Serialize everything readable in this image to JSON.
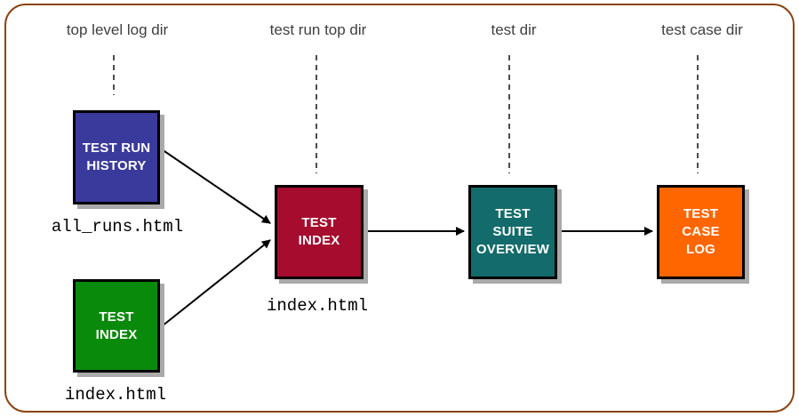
{
  "diagram": {
    "columns": [
      {
        "label": "top level log dir"
      },
      {
        "label": "test run top dir"
      },
      {
        "label": "test dir"
      },
      {
        "label": "test case dir"
      }
    ],
    "boxes": {
      "test_run_history": {
        "label": "TEST RUN\nHISTORY",
        "color": "#3A3A9C",
        "file_label": "all_runs.html"
      },
      "test_index_top_level": {
        "label": "TEST\nINDEX",
        "color": "#0A8A0A",
        "file_label": "index.html"
      },
      "test_index_test_run": {
        "label": "TEST\nINDEX",
        "color": "#A60C2E",
        "file_label": "index.html"
      },
      "test_suite_overview": {
        "label": "TEST\nSUITE\nOVERVIEW",
        "color": "#146B6B"
      },
      "test_case_log": {
        "label": "TEST\nCASE\nLOG",
        "color": "#FF6600"
      }
    },
    "colors": {
      "frame_border": "#8B4513",
      "box_border": "#000000",
      "box_text": "#FFFFFF",
      "box_shadow": "#AAAAAA",
      "header_text": "#404040",
      "connector": "#000000"
    }
  }
}
